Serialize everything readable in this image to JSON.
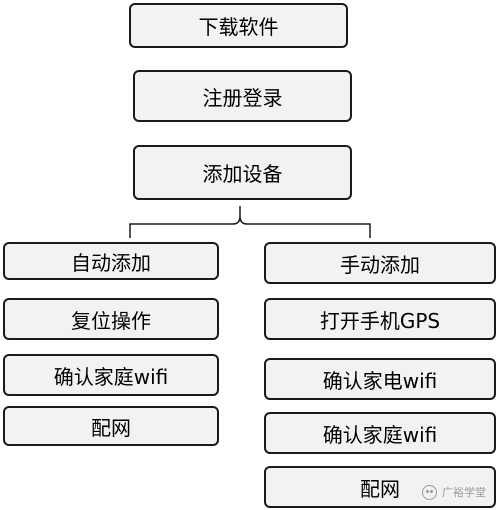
{
  "top_steps": [
    "下载软件",
    "注册登录",
    "添加设备"
  ],
  "auto_branch": {
    "title": "自动添加",
    "steps": [
      "复位操作",
      "确认家庭wifi",
      "配网"
    ]
  },
  "manual_branch": {
    "title": "手动添加",
    "steps": [
      "打开手机GPS",
      "确认家电wifi",
      "确认家庭wifi",
      "配网"
    ]
  },
  "watermark": {
    "icon": "wechat-icon",
    "text": "广裕学堂"
  }
}
